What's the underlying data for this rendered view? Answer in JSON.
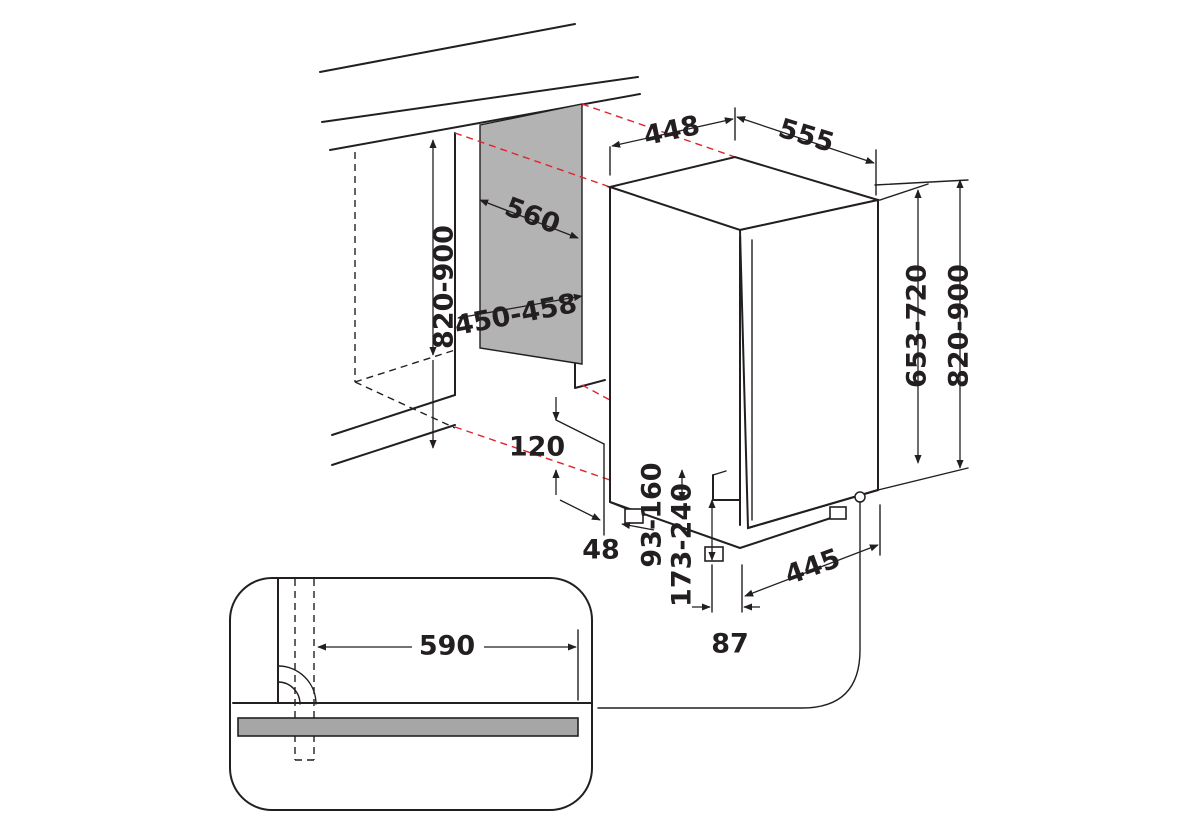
{
  "colors": {
    "line": "#231f20",
    "cutout_dashes": "#e0232b",
    "niche_panel": "#b3b3b3",
    "worktop_panel": "#a6a6a6",
    "background": "#ffffff"
  },
  "dimensions": {
    "niche_height": "820-900",
    "niche_depth": "560",
    "niche_width": "450-458",
    "appliance_width": "448",
    "appliance_depth": "555",
    "door_height": "653-720",
    "total_height": "820-900",
    "plinth_gap": "120",
    "side_offset": "48",
    "foot_range_a": "93-160",
    "foot_range_b": "173-240",
    "foot_front": "87",
    "foot_span": "445",
    "detail_depth": "590"
  }
}
